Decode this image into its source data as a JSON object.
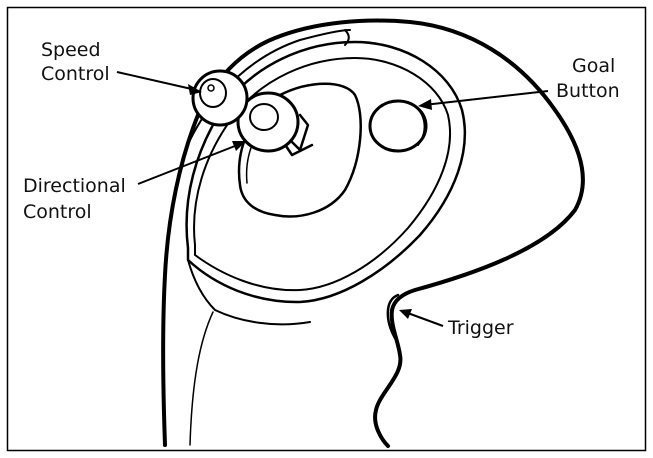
{
  "diagram": {
    "labels": {
      "speed_control": [
        "Speed",
        "Control"
      ],
      "directional_control": [
        "Directional",
        "Control"
      ],
      "goal_button": [
        "Goal",
        "Button"
      ],
      "trigger": "Trigger"
    },
    "colors": {
      "line": "#000000",
      "background": "#ffffff",
      "frame": "#000000"
    }
  }
}
